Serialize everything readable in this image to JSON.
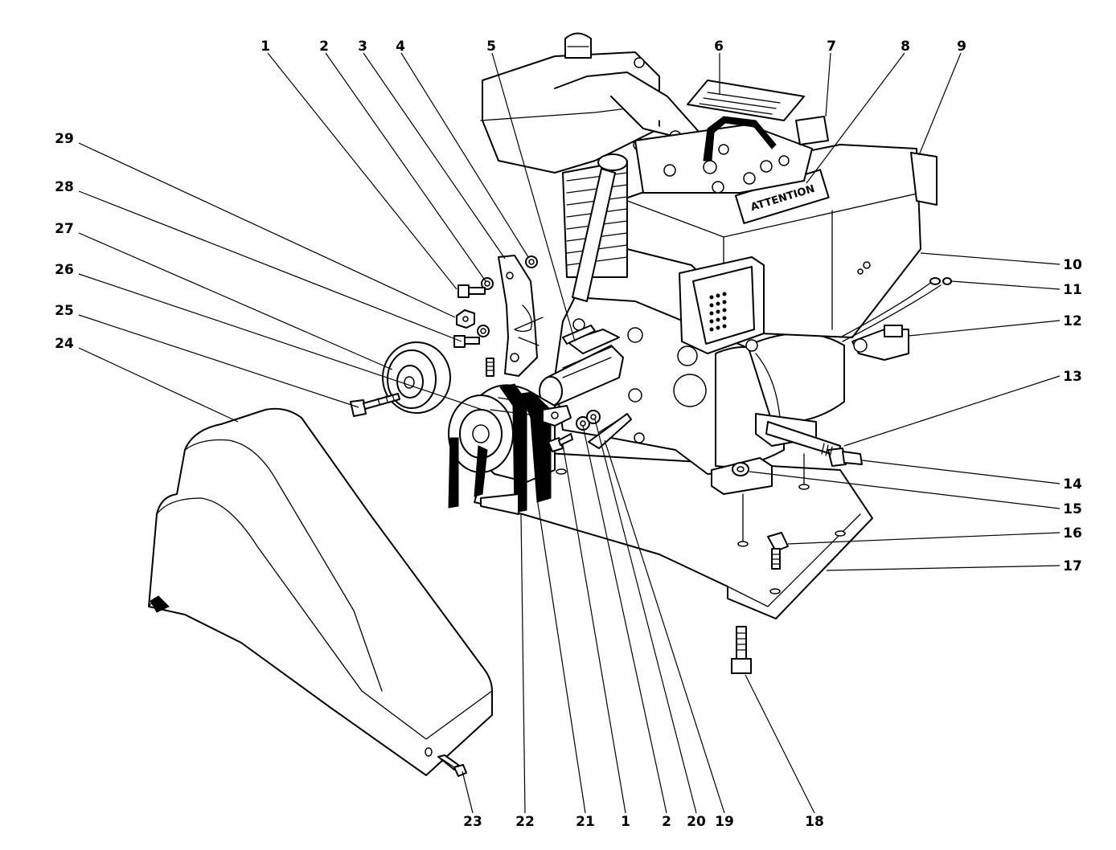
{
  "figure": {
    "callouts": [
      {
        "id": "c1_top",
        "label": "1"
      },
      {
        "id": "c2_top",
        "label": "2"
      },
      {
        "id": "c3",
        "label": "3"
      },
      {
        "id": "c4",
        "label": "4"
      },
      {
        "id": "c5",
        "label": "5"
      },
      {
        "id": "c6",
        "label": "6"
      },
      {
        "id": "c7",
        "label": "7"
      },
      {
        "id": "c8",
        "label": "8"
      },
      {
        "id": "c9",
        "label": "9"
      },
      {
        "id": "c10",
        "label": "10"
      },
      {
        "id": "c11",
        "label": "11"
      },
      {
        "id": "c12",
        "label": "12"
      },
      {
        "id": "c13",
        "label": "13"
      },
      {
        "id": "c14",
        "label": "14"
      },
      {
        "id": "c15",
        "label": "15"
      },
      {
        "id": "c16",
        "label": "16"
      },
      {
        "id": "c17",
        "label": "17"
      },
      {
        "id": "c18",
        "label": "18"
      },
      {
        "id": "c19",
        "label": "19"
      },
      {
        "id": "c20",
        "label": "20"
      },
      {
        "id": "c2_bottom",
        "label": "2"
      },
      {
        "id": "c1_bottom",
        "label": "1"
      },
      {
        "id": "c21",
        "label": "21"
      },
      {
        "id": "c22",
        "label": "22"
      },
      {
        "id": "c23",
        "label": "23"
      },
      {
        "id": "c24",
        "label": "24"
      },
      {
        "id": "c25",
        "label": "25"
      },
      {
        "id": "c26",
        "label": "26"
      },
      {
        "id": "c27",
        "label": "27"
      },
      {
        "id": "c28",
        "label": "28"
      },
      {
        "id": "c29",
        "label": "29"
      }
    ],
    "decals": {
      "shroud_decal_line1": "ATTENTION"
    }
  }
}
